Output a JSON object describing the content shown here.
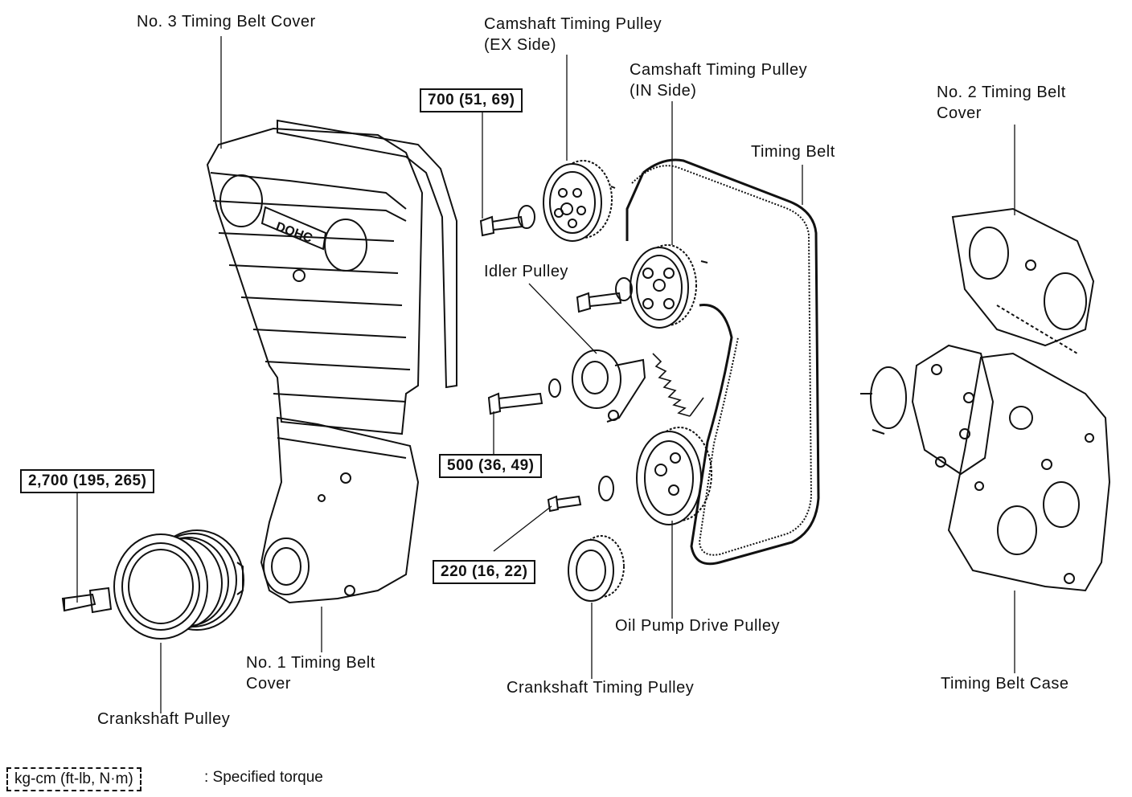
{
  "labels": {
    "no3_cover": "No. 3 Timing Belt Cover",
    "cam_ex_1": "Camshaft Timing Pulley",
    "cam_ex_2": "(EX Side)",
    "cam_in_1": "Camshaft Timing Pulley",
    "cam_in_2": "(IN Side)",
    "no2_cover_1": "No. 2 Timing Belt",
    "no2_cover_2": "Cover",
    "timing_belt": "Timing Belt",
    "idler": "Idler Pulley",
    "oil_pump": "Oil Pump Drive Pulley",
    "no1_cover_1": "No. 1 Timing Belt",
    "no1_cover_2": "Cover",
    "crank_timing": "Crankshaft Timing Pulley",
    "crank_pulley": "Crankshaft Pulley",
    "belt_case": "Timing Belt Case",
    "dohc": "DOHC"
  },
  "torques": {
    "cam_bolt": "700 (51, 69)",
    "idler_bolt": "500 (36, 49)",
    "oil_pump_bolt": "220 (16, 22)",
    "crank_bolt": "2,700 (195, 265)"
  },
  "legend": {
    "units": "kg-cm (ft-lb, N·m)",
    "meaning": ":  Specified torque"
  }
}
